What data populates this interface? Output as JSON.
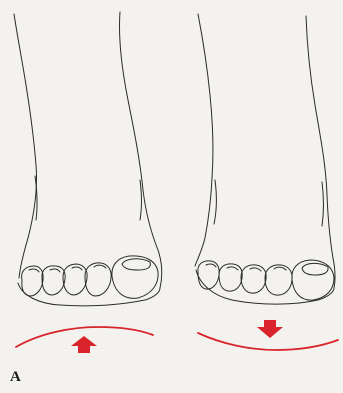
{
  "figure": {
    "panel_label": "A"
  },
  "feet": [
    {
      "id": "left-foot",
      "direction": "up"
    },
    {
      "id": "right-foot",
      "direction": "down"
    }
  ],
  "colors": {
    "line": "#2a2a2a",
    "arrow": "#d8242a",
    "background": "#f3f2ee"
  },
  "icons": {
    "up_arrow": "arrow-up-icon",
    "down_arrow": "arrow-down-icon"
  }
}
